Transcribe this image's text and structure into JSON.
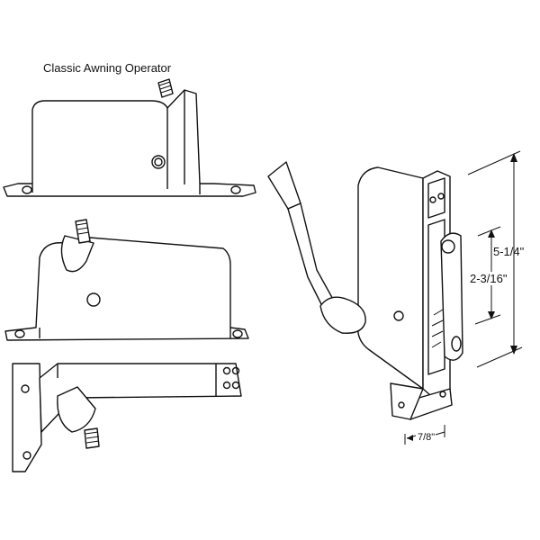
{
  "title": "Classic Awning Operator",
  "dimensions": {
    "overall_height": "5-1/4\"",
    "hole_spacing": "2-3/16\"",
    "width": "7/8\""
  }
}
